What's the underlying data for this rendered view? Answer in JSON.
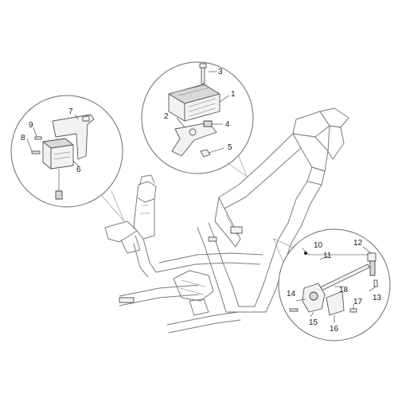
{
  "colors": {
    "background": "#ffffff",
    "frame_stroke": "#7a7a7a",
    "part_stroke": "#555555",
    "text": "#1a1a1a"
  },
  "callouts": {
    "n1": "1",
    "n2": "2",
    "n3": "3",
    "n4": "4",
    "n5": "5",
    "n6": "6",
    "n7": "7",
    "n8": "8",
    "n9": "9",
    "n10": "10",
    "n11": "11",
    "n12": "12",
    "n13": "13",
    "n14": "14",
    "n15": "15",
    "n16": "16",
    "n17": "17",
    "n18": "18"
  }
}
